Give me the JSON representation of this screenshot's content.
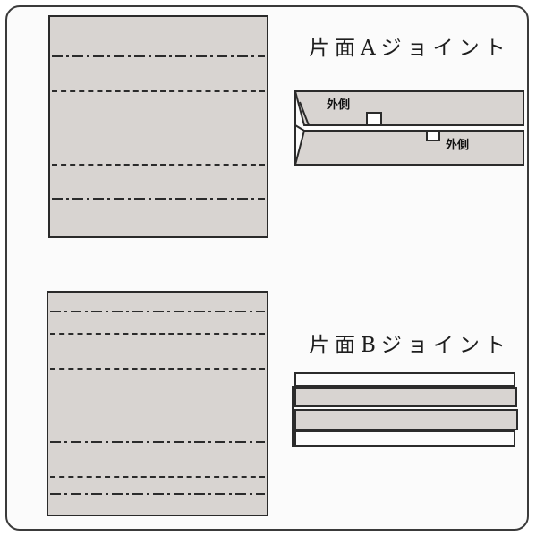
{
  "figure": {
    "joint_a": {
      "title": "片面Aジョイント",
      "label_top": "外側",
      "label_bottom": "外側"
    },
    "joint_b": {
      "title": "片面Bジョイント"
    },
    "panel_color": "#d8d4d1",
    "line_color": "#2b2b2b",
    "fold_lines_a": [
      "dashdot",
      "dashed",
      "dashed",
      "dashdot"
    ],
    "fold_lines_b": [
      "dashdot",
      "dashed",
      "dashed",
      "dashdot",
      "dashed"
    ]
  }
}
